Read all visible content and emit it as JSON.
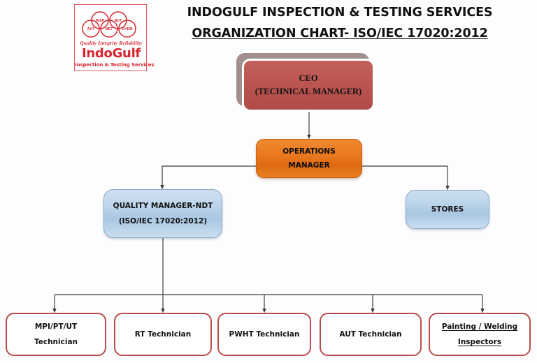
{
  "header": {
    "title_line1": "INDOGULF INSPECTION & TESTING SERVICES",
    "title_line2": "ORGANIZATION CHART- ISO/IEC 17020:2012"
  },
  "logo": {
    "alt": "IndoGulf Inspection & Testing Services logo",
    "ring_labels": [
      "INSP",
      "NDT",
      "AUT",
      "MET",
      "CHEM"
    ],
    "script_text": "Quality Integrity Reliability",
    "wordmark": "IndoGulf",
    "tagline": "Inspection & Testing Services",
    "color": "#d5262e"
  },
  "colors": {
    "background": "#fdfdfe",
    "ceo_fill": "#b9534f",
    "ceo_shadow": "#a1908f",
    "ops_fill": "#e8761c",
    "blue_fill": "#bcd4ea",
    "tech_border": "#b94c4c",
    "connector": "#5a5a5a"
  },
  "chart_data": {
    "type": "diagram",
    "title": "INDOGULF INSPECTION & TESTING SERVICES ORGANIZATION CHART- ISO/IEC 17020:2012",
    "nodes": [
      {
        "id": "ceo",
        "lines": [
          "CEO",
          "(TECHNICAL MANAGER)"
        ],
        "level": 0,
        "style": "red"
      },
      {
        "id": "ops",
        "lines": [
          "OPERATIONS",
          "MANAGER"
        ],
        "level": 1,
        "style": "orange"
      },
      {
        "id": "qm",
        "lines": [
          "QUALITY MANAGER-NDT",
          "(ISO/IEC 17020:2012)"
        ],
        "level": 2,
        "style": "blue"
      },
      {
        "id": "stores",
        "lines": [
          "STORES"
        ],
        "level": 2,
        "style": "blue"
      },
      {
        "id": "t1",
        "lines": [
          "MPI/PT/UT",
          "Technician"
        ],
        "level": 3,
        "style": "white",
        "underline": false
      },
      {
        "id": "t2",
        "lines": [
          "RT Technician"
        ],
        "level": 3,
        "style": "white",
        "underline": false
      },
      {
        "id": "t3",
        "lines": [
          "PWHT Technician"
        ],
        "level": 3,
        "style": "white",
        "underline": false
      },
      {
        "id": "t4",
        "lines": [
          "AUT Technician"
        ],
        "level": 3,
        "style": "white",
        "underline": false
      },
      {
        "id": "t5",
        "lines": [
          "Painting / Welding",
          "Inspectors"
        ],
        "level": 3,
        "style": "white",
        "underline": true
      }
    ],
    "edges": [
      {
        "from": "ceo",
        "to": "ops"
      },
      {
        "from": "ops",
        "to": "qm"
      },
      {
        "from": "ops",
        "to": "stores"
      },
      {
        "from": "qm",
        "to": "t1"
      },
      {
        "from": "qm",
        "to": "t2"
      },
      {
        "from": "qm",
        "to": "t3"
      },
      {
        "from": "qm",
        "to": "t4"
      },
      {
        "from": "qm",
        "to": "t5"
      }
    ]
  },
  "nodes": {
    "ceo": {
      "line1": "CEO",
      "line2": "(TECHNICAL MANAGER)"
    },
    "ops": {
      "line1": "OPERATIONS",
      "line2": "MANAGER"
    },
    "qm": {
      "line1": "QUALITY MANAGER-NDT",
      "line2": "(ISO/IEC 17020:2012)"
    },
    "stores": {
      "line1": "STORES"
    },
    "t1": {
      "line1": "MPI/PT/UT",
      "line2": "Technician"
    },
    "t2": {
      "line1": "RT Technician"
    },
    "t3": {
      "line1": "PWHT Technician"
    },
    "t4": {
      "line1": "AUT Technician"
    },
    "t5": {
      "line1": "Painting / Welding",
      "line2": "Inspectors"
    }
  }
}
